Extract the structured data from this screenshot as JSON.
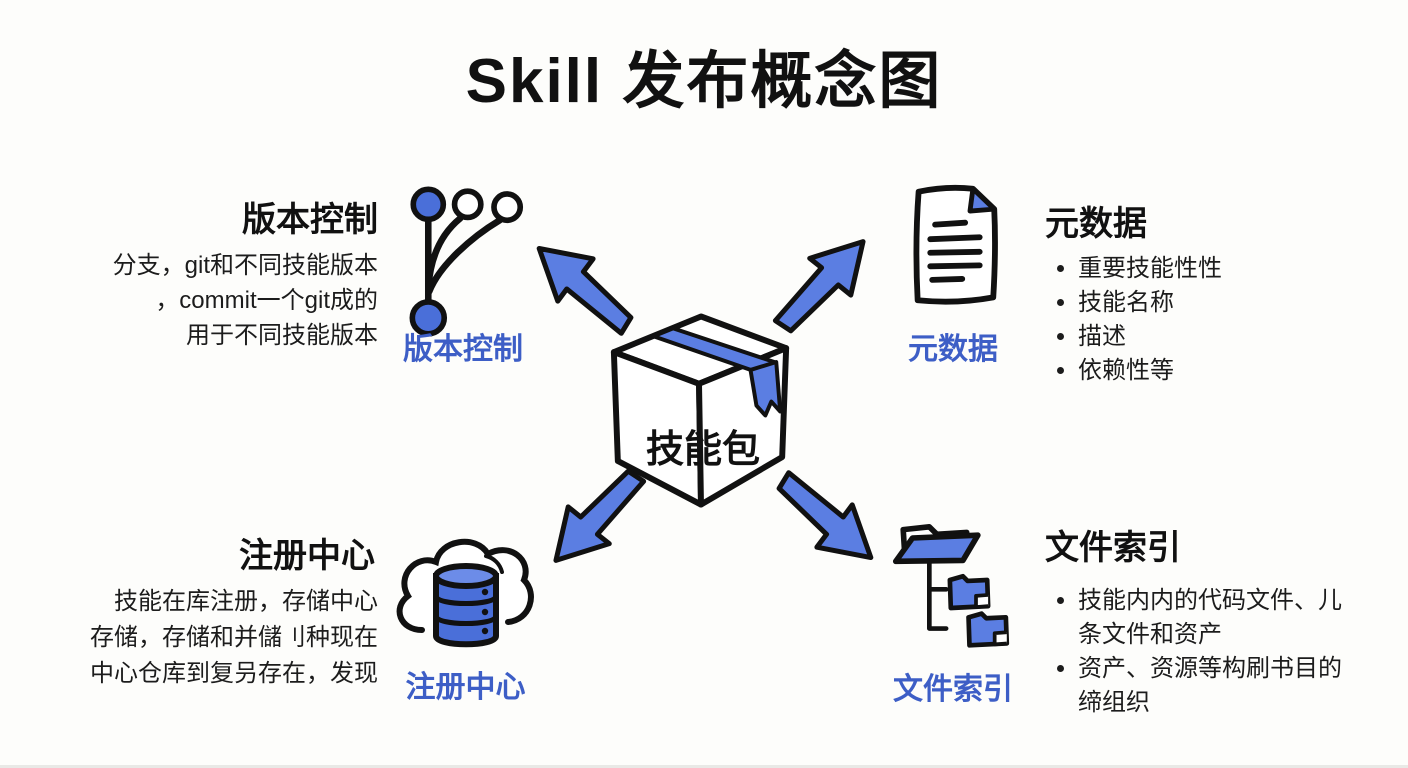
{
  "title": "Skill 发布概念图",
  "colors": {
    "background": "#fdfdfb",
    "text": "#1c1c1c",
    "label_blue": "#3d5ec6",
    "fill_blue": "#5b7ee2",
    "dark_blue": "#4a6fd9",
    "outline": "#111111"
  },
  "center": {
    "label": "技能包",
    "icon": "package-box-icon"
  },
  "nodes": {
    "version_control": {
      "heading": "版本控制",
      "description_lines": [
        "分支，git和不同技能版本",
        "，commit一个git成的",
        "用于不同技能版本"
      ],
      "icon": "git-branch-icon",
      "label": "版本控制"
    },
    "metadata": {
      "heading": "元数据",
      "bullets": [
        "重要技能性性",
        "技能名称",
        "描述",
        "依赖性等"
      ],
      "icon": "document-icon",
      "label": "元数据"
    },
    "registry": {
      "heading": "注册中心",
      "description_lines": [
        "技能在库注册，存储中心",
        "存储，存储和并儲刂种现在",
        "中心仓库到复叧存在，发现"
      ],
      "icon": "cloud-database-icon",
      "label": "注册中心"
    },
    "file_index": {
      "heading": "文件索引",
      "bullets": [
        "技能内内的代码文件、儿条文件和资产",
        "资产、资源等构刷书目的缔组织"
      ],
      "icon": "folder-tree-icon",
      "label": "文件索引"
    }
  }
}
